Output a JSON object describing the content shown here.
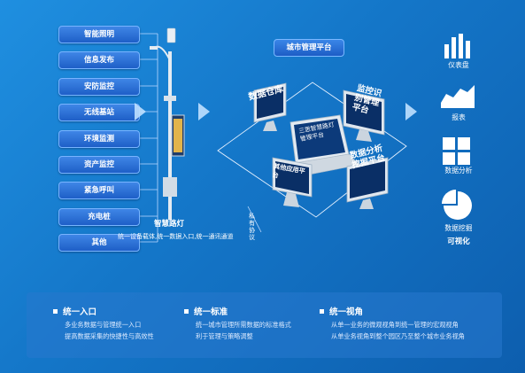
{
  "functions": [
    {
      "label": "智能照明"
    },
    {
      "label": "信息发布"
    },
    {
      "label": "安防监控"
    },
    {
      "label": "无线基站"
    },
    {
      "label": "环境监测"
    },
    {
      "label": "资产监控"
    },
    {
      "label": "紧急呼叫"
    },
    {
      "label": "充电桩"
    },
    {
      "label": "其他"
    }
  ],
  "pole": {
    "title": "智慧路灯",
    "caption": "统一设备载体,统一数据入口,统一通讯通道"
  },
  "platform": {
    "title": "城市管理平台",
    "modules": {
      "data_warehouse": "数据仓库",
      "monitor": "监控识别管理平台",
      "laptop_screen": "三思智慧路灯管理平台",
      "app_platform": "其他应用平台",
      "analysis": "数据分析挖掘平台"
    },
    "private_protocol": "私有协议"
  },
  "outputs": [
    {
      "label": "仪表盘",
      "icon": "bar-chart-icon"
    },
    {
      "label": "报表",
      "icon": "area-chart-icon"
    },
    {
      "label": "数据分析",
      "icon": "grid-icon"
    },
    {
      "label": "数据挖掘",
      "icon": "pie-chart-icon"
    }
  ],
  "visualization_label": "可视化",
  "features": [
    {
      "title": "统一入口",
      "lines": [
        "多业务数据与管理统一入口",
        "提高数据采集的快捷性与高效性"
      ]
    },
    {
      "title": "统一标准",
      "lines": [
        "统一城市管理所需数据的标准格式",
        "利于管理与策略调整"
      ]
    },
    {
      "title": "统一视角",
      "lines": [
        "从单一业务的微观视角到统一管理的宏观视角",
        "从单业务视角到整个园区乃至整个城市业务视角"
      ]
    }
  ],
  "colors": {
    "background": "#1476c8",
    "button": "#2a6fd6",
    "panel": "#2f7bcd"
  }
}
